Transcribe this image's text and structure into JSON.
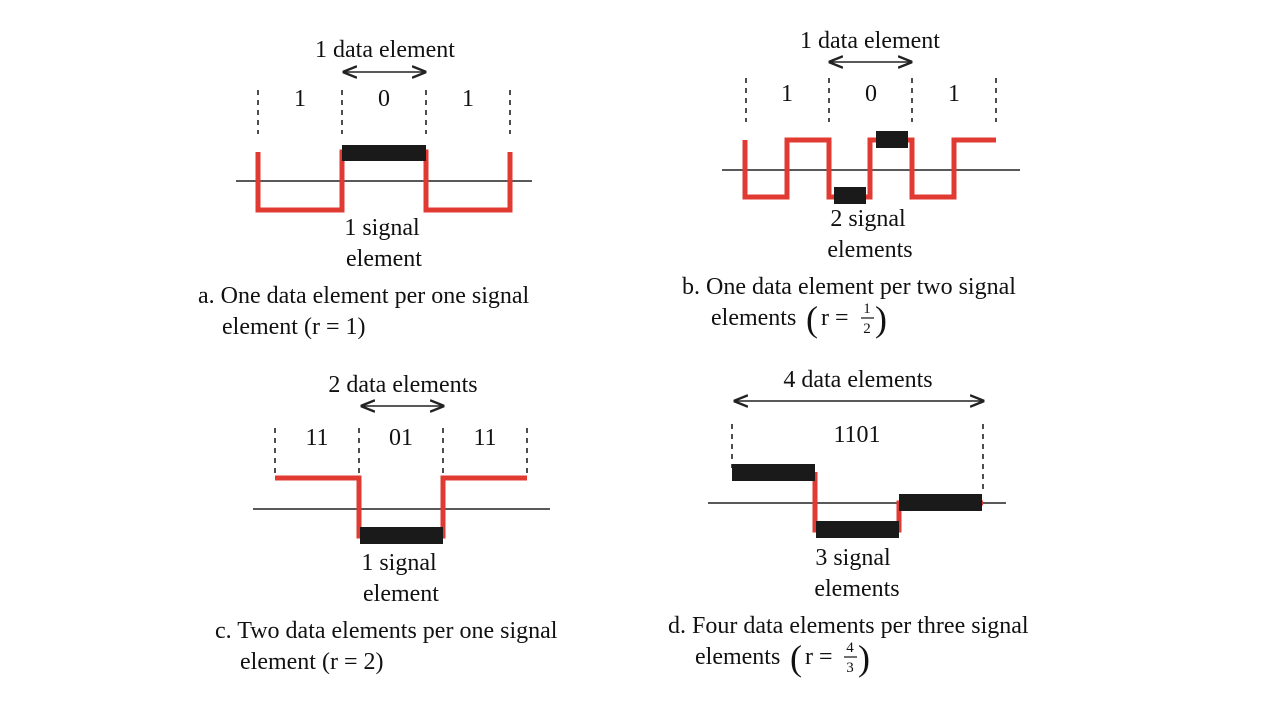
{
  "colors": {
    "signal": "#e03a33",
    "data_bar": "#1a1a1a",
    "text": "#111111"
  },
  "panel_a": {
    "top_label": "1 data element",
    "bits": [
      "1",
      "0",
      "1"
    ],
    "bottom_label_line1": "1 signal",
    "bottom_label_line2": "element",
    "caption_line1": "a. One data element per one signal",
    "caption_line2": "element (r = 1)"
  },
  "panel_b": {
    "top_label": "1 data element",
    "bits": [
      "1",
      "0",
      "1"
    ],
    "bottom_label_line1": "2 signal",
    "bottom_label_line2": "elements",
    "caption_line1": "b. One data element per two signal",
    "caption_line2_prefix": "elements",
    "ratio_lhs": "r =",
    "ratio_num": "1",
    "ratio_den": "2"
  },
  "panel_c": {
    "top_label": "2 data elements",
    "bits": [
      "11",
      "01",
      "11"
    ],
    "bottom_label_line1": "1 signal",
    "bottom_label_line2": "element",
    "caption_line1": "c. Two data elements per one signal",
    "caption_line2": "element (r = 2)"
  },
  "panel_d": {
    "top_label": "4 data elements",
    "bits": [
      "1101"
    ],
    "bottom_label_line1": "3 signal",
    "bottom_label_line2": "elements",
    "caption_line1": "d. Four data elements per three signal",
    "caption_line2_prefix": "elements",
    "ratio_lhs": "r =",
    "ratio_num": "4",
    "ratio_den": "3"
  }
}
